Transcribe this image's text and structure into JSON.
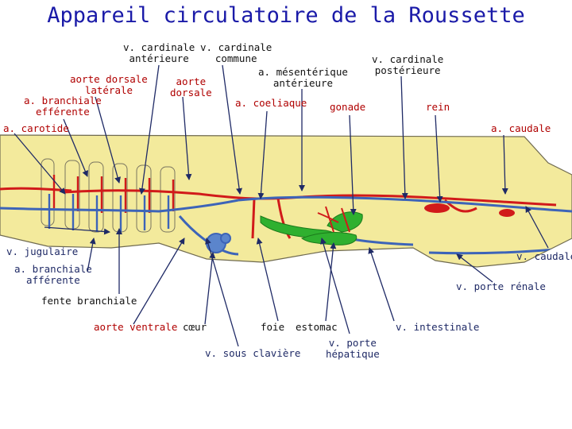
{
  "title": "Appareil circulatoire de la Roussette",
  "labels": {
    "v_cardinale_anterieure": "v. cardinale\nantérieure",
    "v_cardinale_commune": "v. cardinale\ncommune",
    "a_mesenterique_anterieure": "a. mésentérique\nantérieure",
    "v_cardinale_posterieure": "v. cardinale\npostérieure",
    "aorte_dorsale_laterale": "aorte dorsale\nlatérale",
    "aorte_dorsale": "aorte\ndorsale",
    "a_branchiale_efferente": "a. branchiale\nefférente",
    "a_coeliaque": "a. coeliaque",
    "gonade": "gonade",
    "rein": "rein",
    "a_carotide": "a. carotide",
    "a_caudale": "a. caudale",
    "v_jugulaire": "v. jugulaire",
    "v_caudale": "v. caudale",
    "a_branchiale_afferente": "a. branchiale\nafférente",
    "v_porte_renale": "v. porte rénale",
    "fente_branchiale": "fente branchiale",
    "aorte_ventrale": "aorte ventrale",
    "coeur": "cœur",
    "foie": "foie",
    "estomac": "estomac",
    "v_intestinale": "v. intestinale",
    "v_sous_claviere": "v. sous clavière",
    "v_porte_hepatique": "v. porte\nhépatique"
  },
  "colors": {
    "title": "#1a1aa8",
    "body_fill": "#f3ea9c",
    "body_outline": "#6f6a50",
    "artery": "#d11a1a",
    "vein": "#3d64b8",
    "organ_green": "#2fb02f",
    "pointer": "#1f2a66"
  }
}
